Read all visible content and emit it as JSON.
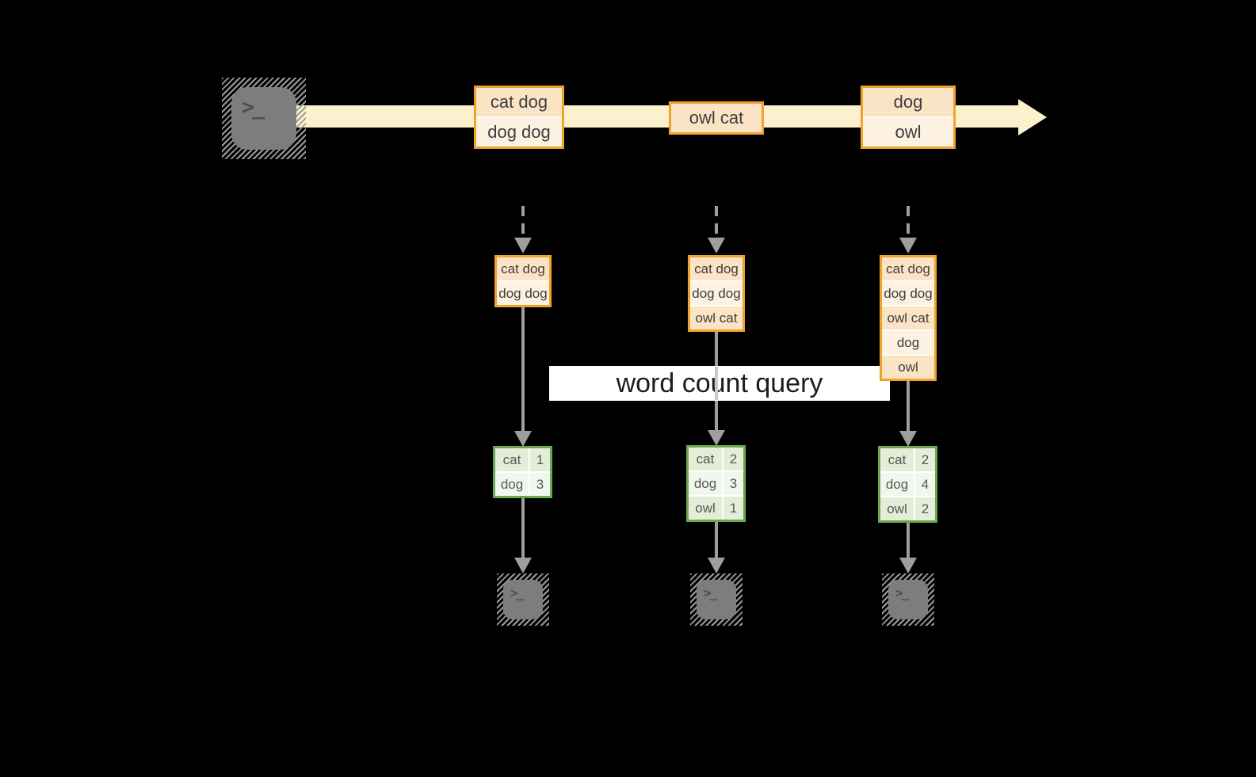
{
  "query": {
    "label": "word count query"
  },
  "stream": {
    "events": [
      {
        "lines": [
          "cat dog",
          "dog dog"
        ]
      },
      {
        "lines": [
          "owl cat"
        ]
      },
      {
        "lines": [
          "dog",
          "owl"
        ]
      }
    ]
  },
  "columns": [
    {
      "buffer": [
        "cat dog",
        "dog dog"
      ],
      "counts": [
        {
          "word": "cat",
          "count": "1"
        },
        {
          "word": "dog",
          "count": "3"
        }
      ]
    },
    {
      "buffer": [
        "cat dog",
        "dog dog",
        "owl cat"
      ],
      "counts": [
        {
          "word": "cat",
          "count": "2"
        },
        {
          "word": "dog",
          "count": "3"
        },
        {
          "word": "owl",
          "count": "1"
        }
      ]
    },
    {
      "buffer": [
        "cat dog",
        "dog dog",
        "owl cat",
        "dog",
        "owl"
      ],
      "counts": [
        {
          "word": "cat",
          "count": "2"
        },
        {
          "word": "dog",
          "count": "4"
        },
        {
          "word": "owl",
          "count": "2"
        }
      ]
    }
  ],
  "icons": {
    "terminal_prompt": ">_"
  },
  "colors": {
    "background": "#000000",
    "stream_band": "#fdf1cd",
    "event_border": "#efa32c",
    "event_fill_dark": "#fbe3c6",
    "event_fill_light": "#fdf1e2",
    "table_border": "#6aa84f",
    "table_fill_dark": "#e3edd8",
    "table_fill_light": "#f2f7ed",
    "arrow_gray": "#9e9e9e",
    "icon_gray": "#7d7d7d"
  }
}
